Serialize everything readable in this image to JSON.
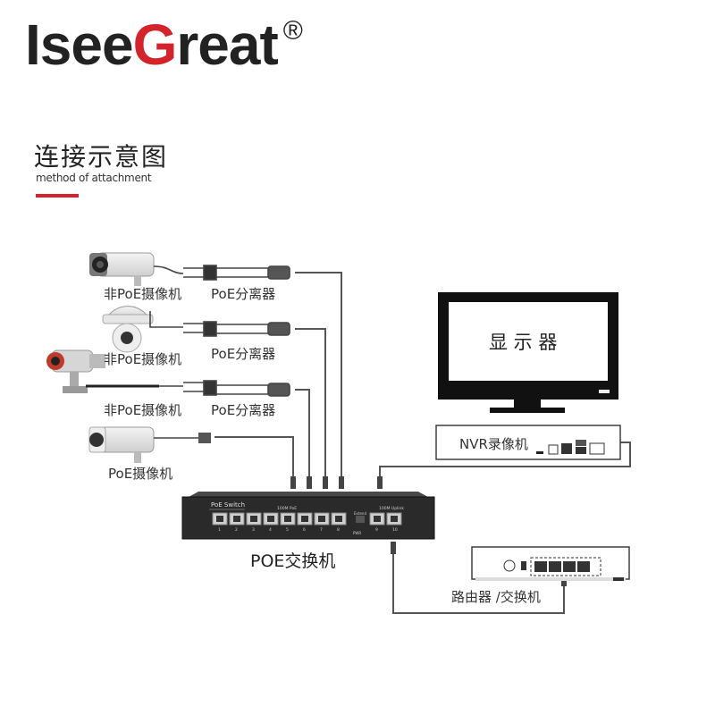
{
  "brand": {
    "name_part1": "Isee",
    "name_accent": "G",
    "name_part2": "reat",
    "registered": "®",
    "accent_color": "#d4242b"
  },
  "heading": {
    "title_zh": "连接示意图",
    "title_en": "method of attachment"
  },
  "labels": {
    "cam1": "非PoE摄像机",
    "splitter1": "PoE分离器",
    "cam2": "非PoE摄像机",
    "splitter2": "PoE分离器",
    "cam3": "非PoE摄像机",
    "splitter3": "PoE分离器",
    "cam4": "PoE摄像机",
    "monitor": "显 示 器",
    "nvr": "NVR录像机",
    "switch": "POE交换机",
    "router": "路由器 /交换机"
  },
  "switch_panel": {
    "brand": "PoE Switch",
    "poe_header": "100M PoE",
    "uplink_header": "100M Uplink",
    "extend_label": "Extend",
    "power_label": "PWR",
    "port_numbers": [
      "1",
      "2",
      "3",
      "4",
      "5",
      "6",
      "7",
      "8"
    ],
    "uplink_numbers": [
      "9",
      "10"
    ]
  }
}
